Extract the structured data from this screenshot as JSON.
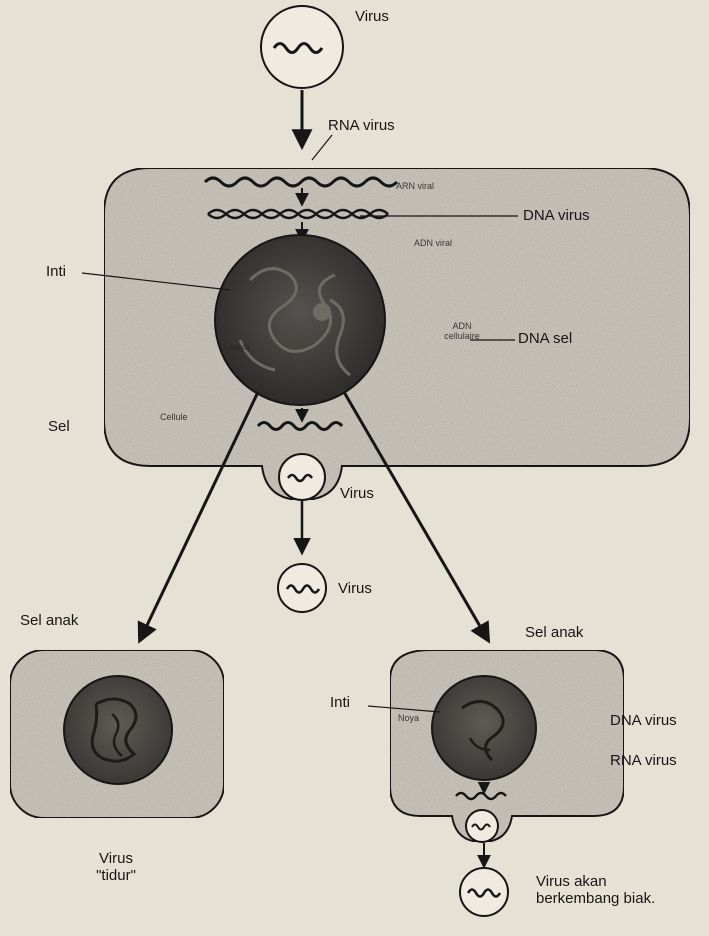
{
  "labels": {
    "virus_top": "Virus",
    "rna_virus_top": "RNA virus",
    "arn_viral": "ARN viral",
    "dna_virus_top": "DNA virus",
    "adn_viral": "ADN viral",
    "inti_top": "Inti",
    "noyau_top": "noya",
    "adn_cellulaire_line1": "ADN",
    "adn_cellulaire_line2": "cellulaire",
    "dna_sel": "DNA sel",
    "sel": "Sel",
    "cellule": "Cellule",
    "virus_bud": "Virus",
    "virus_released": "Virus",
    "sel_anak_left": "Sel anak",
    "sel_anak_right": "Sel anak",
    "inti_bottom": "Inti",
    "noyau_bottom": "Noya",
    "dna_virus_bottom": "DNA virus",
    "rna_virus_bottom": "RNA virus",
    "virus_tidur_line1": "Virus",
    "virus_tidur_line2": "\"tidur\"",
    "virus_berkembang_line1": "Virus akan",
    "virus_berkembang_line2": "berkembang biak."
  },
  "colors": {
    "paper": "#e6e1d5",
    "cell_fill": "#cfcac0",
    "nucleus_fill": "#3d3c3a",
    "ink": "#161616"
  }
}
